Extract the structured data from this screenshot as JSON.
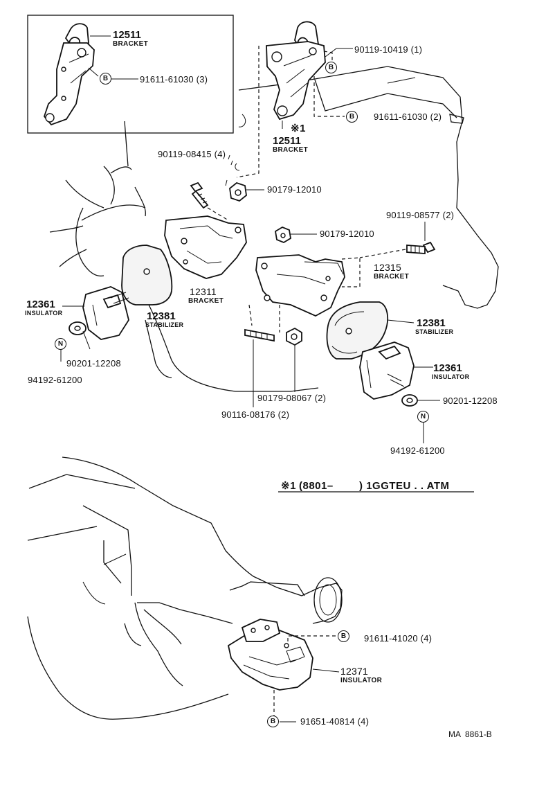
{
  "inset": {
    "part_number": "12511",
    "part_name": "BRACKET",
    "bolt": {
      "symbol": "B",
      "label": "91611-61030 (3)"
    }
  },
  "top_bracket": {
    "bolt_top": {
      "symbol": "B",
      "label": "90119-10419 (1)"
    },
    "bolt_side": {
      "symbol": "B",
      "label": "91611-61030 (2)"
    },
    "note_marker": "※1",
    "part_number": "12511",
    "part_name": "BRACKET"
  },
  "front_mounts": {
    "bolt_left": "90119-08415 (4)",
    "nut_upper_left": "90179-12010",
    "bolt_right": "90119-08577 (2)",
    "nut_upper_right": "90179-12010",
    "bracket_right": {
      "number": "12315",
      "name": "BRACKET"
    },
    "bracket_left": {
      "number": "12311",
      "name": "BRACKET"
    },
    "insulator_left": {
      "number": "12361",
      "name": "INSULATOR"
    },
    "stabilizer_left": {
      "number": "12381",
      "name": "STABILIZER"
    },
    "stabilizer_right": {
      "number": "12381",
      "name": "STABILIZER"
    },
    "insulator_right": {
      "number": "12361",
      "name": "INSULATOR"
    },
    "washer_left": "90201-12208",
    "nut_left": {
      "symbol": "N",
      "label": "94192-61200"
    },
    "washer_right": "90201-12208",
    "nut_right": {
      "symbol": "N",
      "label": "94192-61200"
    },
    "nut_center": "90179-08067 (2)",
    "stud_center": "90116-08176 (2)"
  },
  "note": {
    "marker": "※1",
    "text": "(8801–        ) 1GGTEU . . ATM"
  },
  "rear_mount": {
    "bolt_top": {
      "symbol": "B",
      "label": "91611-41020 (4)"
    },
    "insulator": {
      "number": "12371",
      "name": "INSULATOR"
    },
    "bolt_bottom": {
      "symbol": "B",
      "label": "91651-40814 (4)"
    }
  },
  "diagram_code": "MA  8861-B"
}
